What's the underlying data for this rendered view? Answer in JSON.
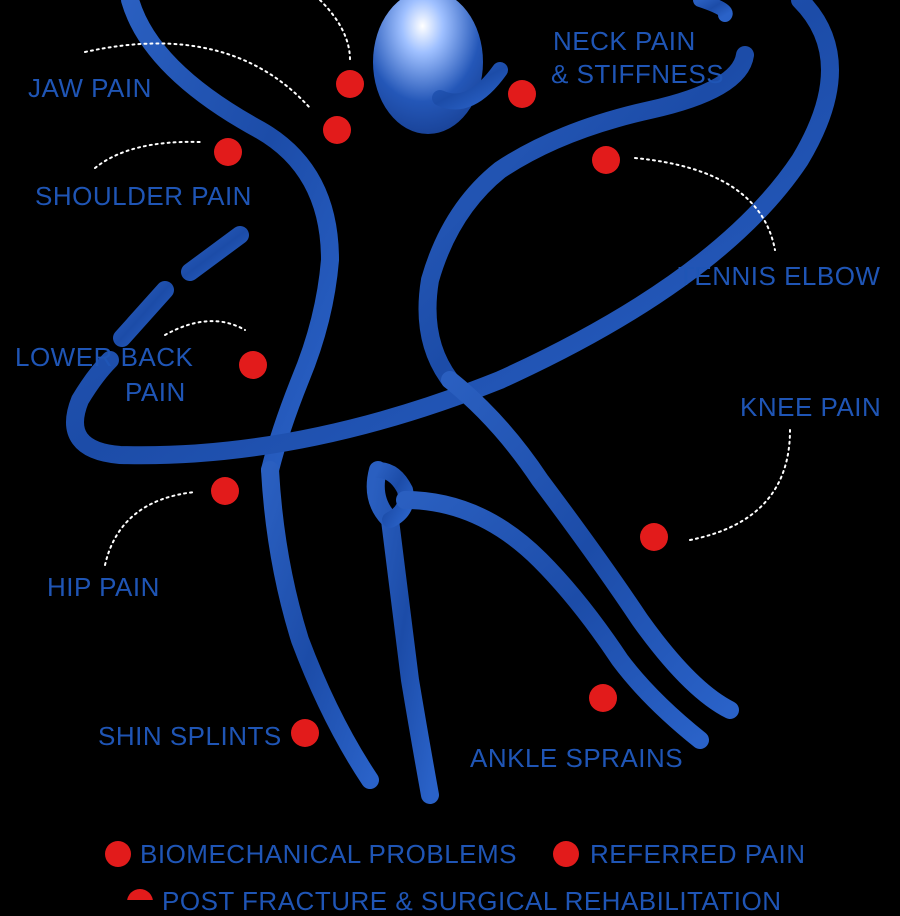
{
  "labels": {
    "jaw": "JAW PAIN",
    "neck_line1": "NECK PAIN",
    "neck_line2": "& STIFFNESS",
    "shoulder": "SHOULDER PAIN",
    "tennis": "TENNIS ELBOW",
    "lowerback_line1": "LOWER BACK",
    "lowerback_line2": "PAIN",
    "knee": "KNEE PAIN",
    "hip": "HIP PAIN",
    "shin": "SHIN SPLINTS",
    "ankle": "ANKLE SPRAINS"
  },
  "legend": {
    "biomechanical": "BIOMECHANICAL PROBLEMS",
    "referred": "REFERRED PAIN",
    "postfracture": "POST FRACTURE & SURGICAL REHABILITATION"
  },
  "colors": {
    "background": "#000000",
    "text": "#1f55b5",
    "marker": "#e21b1b",
    "figure_dark": "#1d4fae",
    "figure_light": "#9fc0ff"
  }
}
